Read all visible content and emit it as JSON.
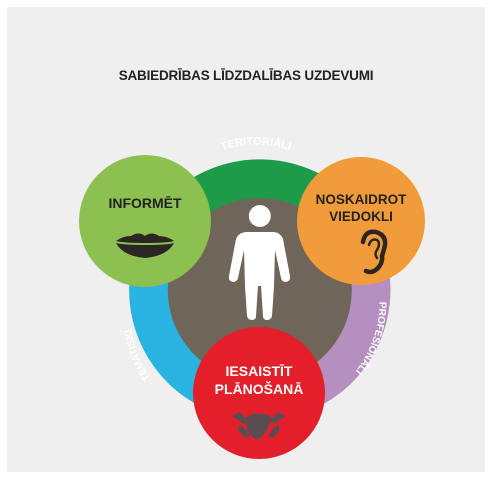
{
  "title": "SABIEDRĪBAS LĪDZDALĪBAS UZDEVUMI",
  "ring_segments": [
    {
      "label": "TERITORIĀLI",
      "color": "#1e9b48"
    },
    {
      "label": "PROFESIONĀLI",
      "color": "#b48fbf"
    },
    {
      "label": "TEMATISKI",
      "color": "#29b3e1"
    }
  ],
  "center": {
    "icon": "person-icon",
    "color": "#6f6558",
    "figure_color": "#ffffff"
  },
  "bubbles": [
    {
      "lines": [
        "INFORMĒT"
      ],
      "icon": "lips-icon",
      "color": "#8cc152"
    },
    {
      "lines": [
        "NOSKAIDROT",
        "VIEDOKLI"
      ],
      "icon": "ear-icon",
      "color": "#f29b3a"
    },
    {
      "lines": [
        "IESAISTĪT",
        "PLĀNOŠANĀ"
      ],
      "icon": "handshake-icon",
      "color": "#e3202a"
    }
  ]
}
